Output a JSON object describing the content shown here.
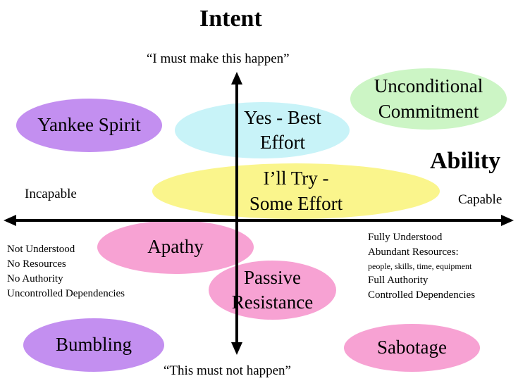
{
  "title_intent": "Intent",
  "title_ability": "Ability",
  "axis": {
    "top": "“I must make this happen”",
    "bottom": "“This must not happen”",
    "left": "Incapable",
    "right": "Capable"
  },
  "ellipses": {
    "unconditional": {
      "line1": "Unconditional",
      "line2": "Commitment",
      "color": "#ccf5c5"
    },
    "yankee": {
      "line1": "Yankee Spirit",
      "color": "#c38ff0"
    },
    "best_effort": {
      "line1": "Yes - Best",
      "line2": "Effort",
      "color": "#c8f3f8"
    },
    "try": {
      "line1": "I’ll Try -",
      "line2": "Some Effort",
      "color": "#faf58c"
    },
    "apathy": {
      "line1": "Apathy",
      "color": "#f7a2d3"
    },
    "passive": {
      "line1": "Passive",
      "line2": "Resistance",
      "color": "#f7a2d3"
    },
    "bumbling": {
      "line1": "Bumbling",
      "color": "#c38ff0"
    },
    "sabotage": {
      "line1": "Sabotage",
      "color": "#f7a2d3"
    }
  },
  "left_list": [
    "Not Understood",
    "No Resources",
    "No Authority",
    "Uncontrolled Dependencies"
  ],
  "right_list": {
    "line1": "Fully Understood",
    "line2": "Abundant Resources:",
    "line3": "people, skills, time,  equipment",
    "line4": "Full Authority",
    "line5": "Controlled Dependencies"
  }
}
